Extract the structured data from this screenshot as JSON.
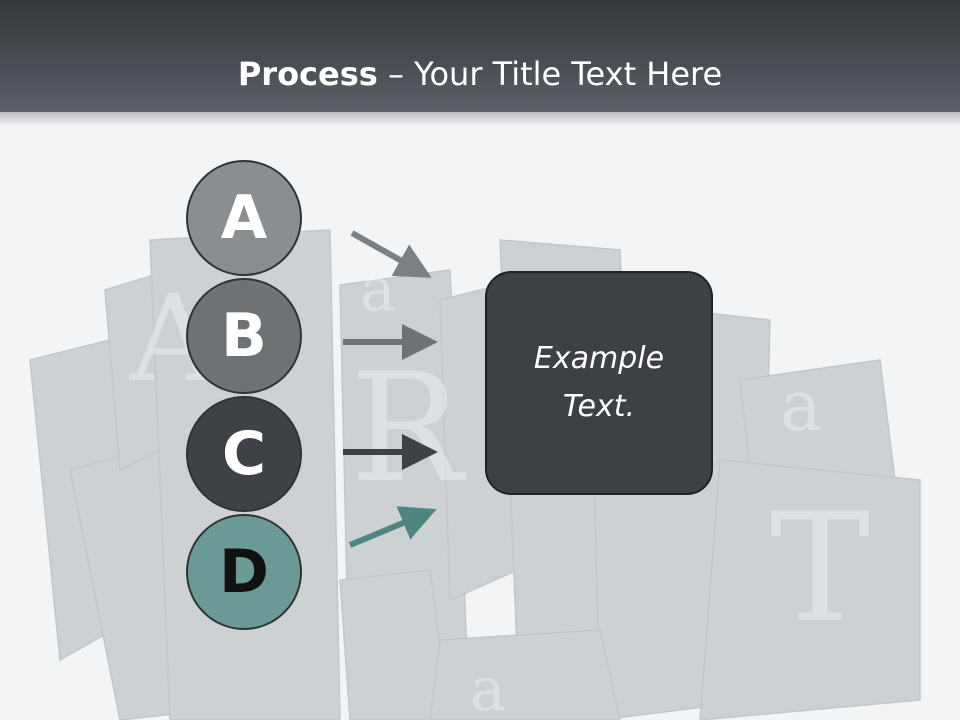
{
  "slide": {
    "title_bold": "Process",
    "title_rest": "– Your Title Text Here"
  },
  "steps": [
    {
      "letter": "A",
      "color": "#8b8e91",
      "arrow_color": "#7d8083"
    },
    {
      "letter": "B",
      "color": "#6f7275",
      "arrow_color": "#6f7275"
    },
    {
      "letter": "C",
      "color": "#3e4246",
      "arrow_color": "#3e4246"
    },
    {
      "letter": "D",
      "color": "#6b9a96",
      "arrow_color": "#4f8581"
    }
  ],
  "box": {
    "text": "Example Text."
  }
}
